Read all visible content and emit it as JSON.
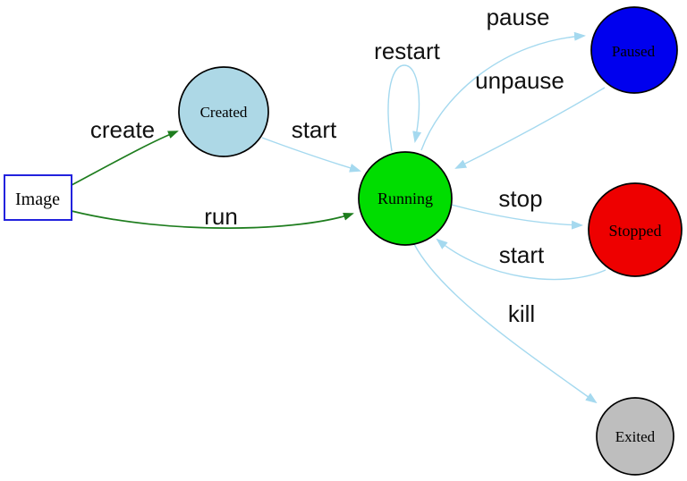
{
  "diagram": {
    "type": "state-diagram",
    "subject": "container lifecycle",
    "background": "#ffffff",
    "colors": {
      "edge_green": "#1e7d1e",
      "edge_blue": "#a5d9ef",
      "node_border": "#000000",
      "image_border": "#2222dd",
      "label_text": "#111111"
    },
    "nodes": [
      {
        "id": "image",
        "label": "Image",
        "shape": "rectangle",
        "fill": "#ffffff",
        "border": "#2222dd"
      },
      {
        "id": "created",
        "label": "Created",
        "shape": "circle",
        "fill": "#add8e6",
        "border": "#000000"
      },
      {
        "id": "running",
        "label": "Running",
        "shape": "circle",
        "fill": "#00dd00",
        "border": "#000000"
      },
      {
        "id": "paused",
        "label": "Paused",
        "shape": "circle",
        "fill": "#0000ee",
        "border": "#000000"
      },
      {
        "id": "stopped",
        "label": "Stopped",
        "shape": "circle",
        "fill": "#ee0000",
        "border": "#000000"
      },
      {
        "id": "exited",
        "label": "Exited",
        "shape": "circle",
        "fill": "#bebebe",
        "border": "#000000"
      }
    ],
    "edges": [
      {
        "label": "create",
        "from": "image",
        "to": "created",
        "color": "#1e7d1e"
      },
      {
        "label": "run",
        "from": "image",
        "to": "running",
        "color": "#1e7d1e"
      },
      {
        "label": "start",
        "from": "created",
        "to": "running",
        "color": "#a5d9ef"
      },
      {
        "label": "restart",
        "from": "running",
        "to": "running",
        "color": "#a5d9ef"
      },
      {
        "label": "pause",
        "from": "running",
        "to": "paused",
        "color": "#a5d9ef"
      },
      {
        "label": "unpause",
        "from": "paused",
        "to": "running",
        "color": "#a5d9ef"
      },
      {
        "label": "stop",
        "from": "running",
        "to": "stopped",
        "color": "#a5d9ef"
      },
      {
        "label": "start",
        "from": "stopped",
        "to": "running",
        "color": "#a5d9ef"
      },
      {
        "label": "kill",
        "from": "running",
        "to": "exited",
        "color": "#a5d9ef"
      }
    ]
  }
}
